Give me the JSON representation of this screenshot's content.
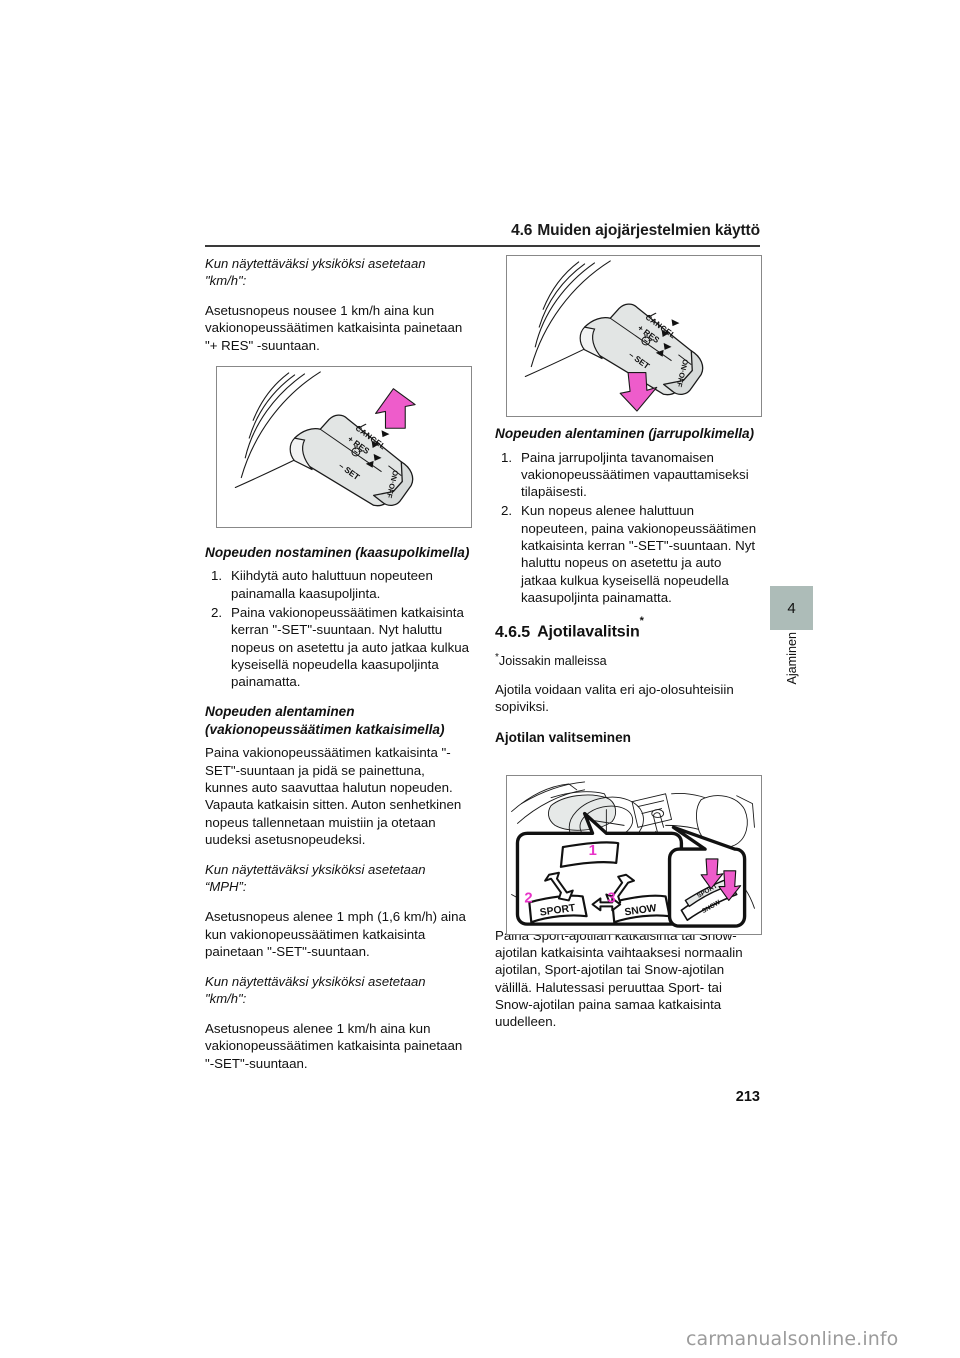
{
  "header": {
    "section_number": "4.6",
    "title": "Muiden ajojärjestelmien käyttö"
  },
  "side_tab": {
    "chapter_number": "4",
    "chapter_label": "Ajaminen",
    "color": "#adbcb8"
  },
  "page_number": "213",
  "watermark": "carmanualsonline.info",
  "left_column": {
    "note1_italic": "Kun näytettäväksi yksiköksi asetetaan \"km/h\":",
    "para1": "Asetusnopeus nousee 1 km/h aina kun vakionopeussäätimen katkaisinta painetaan \"+ RES\" -suuntaan.",
    "heading1": "Nopeuden nostaminen (kaasupolkimella)",
    "steps1": [
      "Kiihdytä auto haluttuun nopeuteen painamalla kaasupoljinta.",
      "Paina vakionopeussäätimen katkaisinta kerran \"-SET\"-suuntaan. Nyt haluttu nopeus on asetettu ja auto jatkaa kulkua kyseisellä nopeudella kaasupoljinta painamatta."
    ],
    "heading2": "Nopeuden alentaminen (vakionopeussäätimen katkaisimella)",
    "para2": "Paina vakionopeussäätimen katkaisinta \"-SET\"-suuntaan ja pidä se painettuna, kunnes auto saavuttaa halutun nopeuden. Vapauta katkaisin sitten. Auton senhetkinen nopeus tallennetaan muistiin ja otetaan uudeksi asetusnopeudeksi.",
    "note2_italic": "Kun näytettäväksi yksiköksi asetetaan “MPH”:",
    "para3": "Asetusnopeus alenee 1 mph (1,6 km/h) aina kun vakionopeussäätimen katkaisinta painetaan \"-SET\"-suuntaan.",
    "note3_italic": "Kun näytettäväksi yksiköksi asetetaan \"km/h\":",
    "para4": "Asetusnopeus alenee 1 km/h aina kun vakionopeussäätimen katkaisinta painetaan \"-SET\"-suuntaan."
  },
  "right_column": {
    "heading1": "Nopeuden alentaminen (jarrupolkimella)",
    "steps1": [
      "Paina jarrupoljinta tavanomaisen vakionopeussäätimen vapauttamiseksi tilapäisesti.",
      "Kun nopeus alenee haluttuun nopeuteen, paina vakionopeussäätimen katkaisinta kerran \"-SET\"-suuntaan. Nyt haluttu nopeus on asetettu ja auto jatkaa kulkua kyseisellä nopeudella kaasupoljinta painamatta."
    ],
    "section_number": "4.6.5",
    "section_title": "Ajotilavalitsin",
    "section_asterisk": "*",
    "footnote": "Joissakin malleissa",
    "footnote_marker": "*",
    "para1": "Ajotila voidaan valita eri ajo-olosuhteisiin sopiviksi.",
    "heading2": "Ajotilan valitseminen",
    "para2": "Paina Sport-ajotilan katkaisinta tai Snow-ajotilan katkaisinta vaihtaaksesi normaalin ajotilan, Sport-ajotilan tai Snow-ajotilan välillä. Halutessasi peruuttaa Sport- tai Snow-ajotilan paina samaa katkaisinta uudelleen."
  },
  "figures": {
    "stalk_left": {
      "name": "cruise-control-stalk-up",
      "labels": [
        "CANCEL",
        "+ RES",
        "– SET",
        "ON·OFF"
      ],
      "arrow_direction": "up",
      "arrow_color": "#ee55cc"
    },
    "stalk_right": {
      "name": "cruise-control-stalk-down",
      "labels": [
        "CANCEL",
        "+ RES",
        "– SET",
        "ON·OFF"
      ],
      "arrow_direction": "down",
      "arrow_color": "#ee55cc"
    },
    "drive_mode": {
      "name": "drive-mode-selector",
      "callout_numbers": [
        "1",
        "2",
        "3"
      ],
      "callout_number_color": "#e833c8",
      "button_labels": [
        "SPORT",
        "SNOW"
      ],
      "inset_labels": [
        "SPORT",
        "SNOW"
      ],
      "arrow_color": "#ee55cc"
    }
  }
}
